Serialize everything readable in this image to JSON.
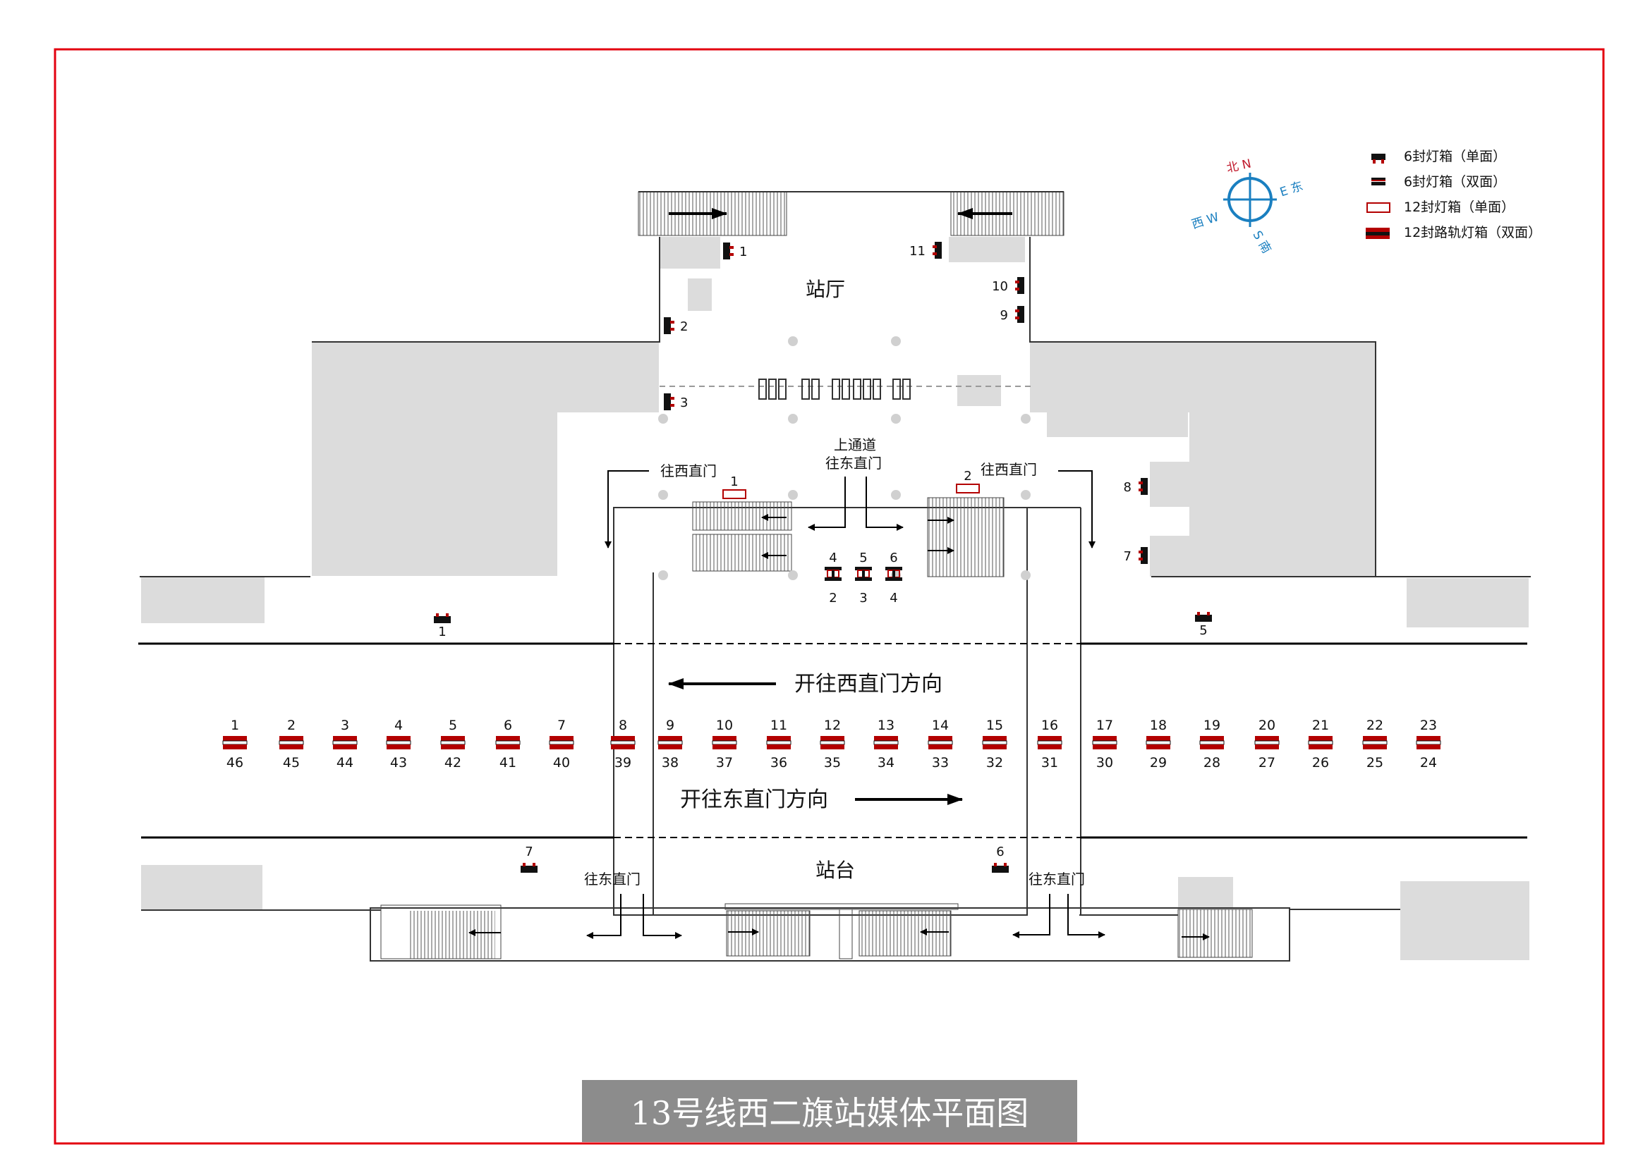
{
  "labels": {
    "concourse": "站厅",
    "platform": "站台",
    "passage_line1": "上通道",
    "passage_line2": "往东直门",
    "to_xizhimen": "往西直门",
    "to_dongzhimen": "往东直门",
    "dir_west": "开往西直门方向",
    "dir_east": "开往东直门方向"
  },
  "compass": {
    "north": "北 N",
    "south": "S 南",
    "east": "E 东",
    "west": "西 W",
    "color": "#1a7fc0",
    "north_color": "#c0182b"
  },
  "legend": [
    {
      "type": "single6",
      "label": "6封灯箱（单面）"
    },
    {
      "type": "double6",
      "label": "6封灯箱（双面）"
    },
    {
      "type": "single12",
      "label": "12封灯箱（单面）"
    },
    {
      "type": "rail12",
      "label": "12封路轨灯箱（双面）"
    }
  ],
  "hall_boxes": [
    "1",
    "2",
    "3",
    "9",
    "10",
    "11",
    "8",
    "7"
  ],
  "upper_12_boxes": [
    "1",
    "2"
  ],
  "central_boxes": {
    "top": [
      "4",
      "5",
      "6"
    ],
    "bottom": [
      "2",
      "3",
      "4"
    ]
  },
  "platform_small_boxes": [
    "1",
    "5",
    "7",
    "6"
  ],
  "rail_boxes": {
    "top": [
      "1",
      "2",
      "3",
      "4",
      "5",
      "6",
      "7",
      "8",
      "9",
      "10",
      "11",
      "12",
      "13",
      "14",
      "15",
      "16",
      "17",
      "18",
      "19",
      "20",
      "21",
      "22",
      "23"
    ],
    "bottom": [
      "46",
      "45",
      "44",
      "43",
      "42",
      "41",
      "40",
      "39",
      "38",
      "37",
      "36",
      "35",
      "34",
      "33",
      "32",
      "31",
      "30",
      "29",
      "28",
      "27",
      "26",
      "25",
      "24"
    ]
  },
  "colors": {
    "border": "#e3000f",
    "box": "#b30000",
    "grey": "#dcdcdc"
  },
  "title": "13号线西二旗站媒体平面图"
}
